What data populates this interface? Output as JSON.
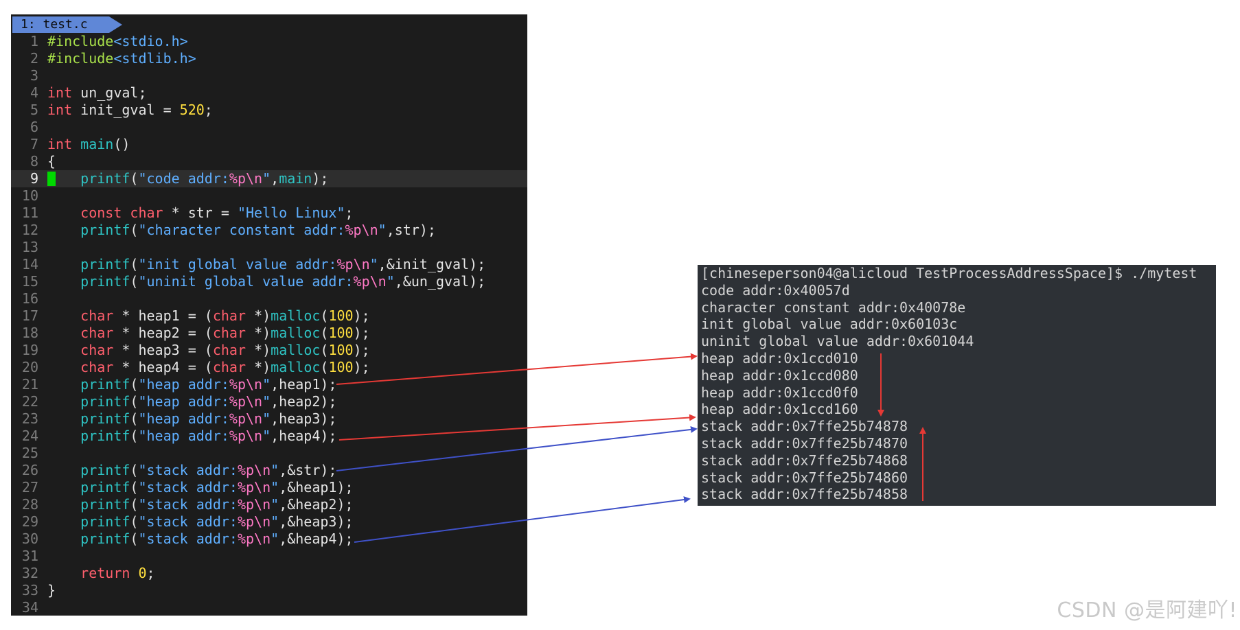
{
  "editor": {
    "tab": "1: test.c",
    "current_line": 9,
    "lines": [
      {
        "n": "1",
        "t": [
          [
            "pp",
            "#include"
          ],
          [
            "str",
            "<stdio.h>"
          ]
        ]
      },
      {
        "n": "2",
        "t": [
          [
            "pp",
            "#include"
          ],
          [
            "str",
            "<stdlib.h>"
          ]
        ]
      },
      {
        "n": "3",
        "t": []
      },
      {
        "n": "4",
        "t": [
          [
            "kw",
            "int"
          ],
          [
            "",
            "un_gval;"
          ]
        ]
      },
      {
        "n": "5",
        "t": [
          [
            "kw",
            "int"
          ],
          [
            "",
            "init_gval = "
          ],
          [
            "num",
            "520"
          ],
          [
            "",
            ";"
          ]
        ]
      },
      {
        "n": "6",
        "t": []
      },
      {
        "n": "7",
        "t": [
          [
            "kw",
            "int"
          ],
          [
            "",
            ""
          ],
          [
            "fn",
            "main"
          ],
          [
            "",
            "()"
          ]
        ]
      },
      {
        "n": "8",
        "t": [
          [
            "",
            "{"
          ]
        ]
      },
      {
        "n": "9",
        "t": [
          [
            "",
            "    "
          ],
          [
            "fn",
            "printf"
          ],
          [
            "",
            "("
          ],
          [
            "str",
            "\"code addr:"
          ],
          [
            "fmt",
            "%p\\n"
          ],
          [
            "str",
            "\""
          ],
          [
            "",
            ","
          ],
          [
            "fn",
            "main"
          ],
          [
            "",
            ");"
          ]
        ]
      },
      {
        "n": "10",
        "t": []
      },
      {
        "n": "11",
        "t": [
          [
            "",
            "    "
          ],
          [
            "kw",
            "const char"
          ],
          [
            "",
            "* str = "
          ],
          [
            "str",
            "\"Hello Linux\""
          ],
          [
            "",
            ";"
          ]
        ]
      },
      {
        "n": "12",
        "t": [
          [
            "",
            "    "
          ],
          [
            "fn",
            "printf"
          ],
          [
            "",
            "("
          ],
          [
            "str",
            "\"character constant addr:"
          ],
          [
            "fmt",
            "%p\\n"
          ],
          [
            "str",
            "\""
          ],
          [
            "",
            ",str);"
          ]
        ]
      },
      {
        "n": "13",
        "t": []
      },
      {
        "n": "14",
        "t": [
          [
            "",
            "    "
          ],
          [
            "fn",
            "printf"
          ],
          [
            "",
            "("
          ],
          [
            "str",
            "\"init global value addr:"
          ],
          [
            "fmt",
            "%p\\n"
          ],
          [
            "str",
            "\""
          ],
          [
            "",
            ",&init_gval);"
          ]
        ]
      },
      {
        "n": "15",
        "t": [
          [
            "",
            "    "
          ],
          [
            "fn",
            "printf"
          ],
          [
            "",
            "("
          ],
          [
            "str",
            "\"uninit global value addr:"
          ],
          [
            "fmt",
            "%p\\n"
          ],
          [
            "str",
            "\""
          ],
          [
            "",
            ",&un_gval);"
          ]
        ]
      },
      {
        "n": "16",
        "t": []
      },
      {
        "n": "17",
        "t": [
          [
            "",
            "    "
          ],
          [
            "kw",
            "char"
          ],
          [
            "",
            "* heap1 = ("
          ],
          [
            "kw",
            "char"
          ],
          [
            "",
            "*)"
          ],
          [
            "fn",
            "malloc"
          ],
          [
            "",
            "("
          ],
          [
            "num",
            "100"
          ],
          [
            "",
            ");"
          ]
        ]
      },
      {
        "n": "18",
        "t": [
          [
            "",
            "    "
          ],
          [
            "kw",
            "char"
          ],
          [
            "",
            "* heap2 = ("
          ],
          [
            "kw",
            "char"
          ],
          [
            "",
            "*)"
          ],
          [
            "fn",
            "malloc"
          ],
          [
            "",
            "("
          ],
          [
            "num",
            "100"
          ],
          [
            "",
            ");"
          ]
        ]
      },
      {
        "n": "19",
        "t": [
          [
            "",
            "    "
          ],
          [
            "kw",
            "char"
          ],
          [
            "",
            "* heap3 = ("
          ],
          [
            "kw",
            "char"
          ],
          [
            "",
            "*)"
          ],
          [
            "fn",
            "malloc"
          ],
          [
            "",
            "("
          ],
          [
            "num",
            "100"
          ],
          [
            "",
            ");"
          ]
        ]
      },
      {
        "n": "20",
        "t": [
          [
            "",
            "    "
          ],
          [
            "kw",
            "char"
          ],
          [
            "",
            "* heap4 = ("
          ],
          [
            "kw",
            "char"
          ],
          [
            "",
            "*)"
          ],
          [
            "fn",
            "malloc"
          ],
          [
            "",
            "("
          ],
          [
            "num",
            "100"
          ],
          [
            "",
            ");"
          ]
        ]
      },
      {
        "n": "21",
        "t": [
          [
            "",
            "    "
          ],
          [
            "fn",
            "printf"
          ],
          [
            "",
            "("
          ],
          [
            "str",
            "\"heap addr:"
          ],
          [
            "fmt",
            "%p\\n"
          ],
          [
            "str",
            "\""
          ],
          [
            "",
            ",heap1);"
          ]
        ]
      },
      {
        "n": "22",
        "t": [
          [
            "",
            "    "
          ],
          [
            "fn",
            "printf"
          ],
          [
            "",
            "("
          ],
          [
            "str",
            "\"heap addr:"
          ],
          [
            "fmt",
            "%p\\n"
          ],
          [
            "str",
            "\""
          ],
          [
            "",
            ",heap2);"
          ]
        ]
      },
      {
        "n": "23",
        "t": [
          [
            "",
            "    "
          ],
          [
            "fn",
            "printf"
          ],
          [
            "",
            "("
          ],
          [
            "str",
            "\"heap addr:"
          ],
          [
            "fmt",
            "%p\\n"
          ],
          [
            "str",
            "\""
          ],
          [
            "",
            ",heap3);"
          ]
        ]
      },
      {
        "n": "24",
        "t": [
          [
            "",
            "    "
          ],
          [
            "fn",
            "printf"
          ],
          [
            "",
            "("
          ],
          [
            "str",
            "\"heap addr:"
          ],
          [
            "fmt",
            "%p\\n"
          ],
          [
            "str",
            "\""
          ],
          [
            "",
            ",heap4);"
          ]
        ]
      },
      {
        "n": "25",
        "t": []
      },
      {
        "n": "26",
        "t": [
          [
            "",
            "    "
          ],
          [
            "fn",
            "printf"
          ],
          [
            "",
            "("
          ],
          [
            "str",
            "\"stack addr:"
          ],
          [
            "fmt",
            "%p\\n"
          ],
          [
            "str",
            "\""
          ],
          [
            "",
            ",&str);"
          ]
        ]
      },
      {
        "n": "27",
        "t": [
          [
            "",
            "    "
          ],
          [
            "fn",
            "printf"
          ],
          [
            "",
            "("
          ],
          [
            "str",
            "\"stack addr:"
          ],
          [
            "fmt",
            "%p\\n"
          ],
          [
            "str",
            "\""
          ],
          [
            "",
            ",&heap1);"
          ]
        ]
      },
      {
        "n": "28",
        "t": [
          [
            "",
            "    "
          ],
          [
            "fn",
            "printf"
          ],
          [
            "",
            "("
          ],
          [
            "str",
            "\"stack addr:"
          ],
          [
            "fmt",
            "%p\\n"
          ],
          [
            "str",
            "\""
          ],
          [
            "",
            ",&heap2);"
          ]
        ]
      },
      {
        "n": "29",
        "t": [
          [
            "",
            "    "
          ],
          [
            "fn",
            "printf"
          ],
          [
            "",
            "("
          ],
          [
            "str",
            "\"stack addr:"
          ],
          [
            "fmt",
            "%p\\n"
          ],
          [
            "str",
            "\""
          ],
          [
            "",
            ",&heap3);"
          ]
        ]
      },
      {
        "n": "30",
        "t": [
          [
            "",
            "    "
          ],
          [
            "fn",
            "printf"
          ],
          [
            "",
            "("
          ],
          [
            "str",
            "\"stack addr:"
          ],
          [
            "fmt",
            "%p\\n"
          ],
          [
            "str",
            "\""
          ],
          [
            "",
            ",&heap4);"
          ]
        ]
      },
      {
        "n": "31",
        "t": []
      },
      {
        "n": "32",
        "t": [
          [
            "",
            "    "
          ],
          [
            "kw",
            "return"
          ],
          [
            "",
            ""
          ],
          [
            "num",
            "0"
          ],
          [
            "",
            ";"
          ]
        ]
      },
      {
        "n": "33",
        "t": [
          [
            "",
            "}"
          ]
        ]
      },
      {
        "n": "34",
        "t": []
      }
    ]
  },
  "terminal": {
    "lines": [
      "[chineseperson04@alicloud TestProcessAddressSpace]$ ./mytest",
      "code addr:0x40057d",
      "character constant addr:0x40078e",
      "init global value addr:0x60103c",
      "uninit global value addr:0x601044",
      "heap addr:0x1ccd010",
      "heap addr:0x1ccd080",
      "heap addr:0x1ccd0f0",
      "heap addr:0x1ccd160",
      "stack addr:0x7ffe25b74878",
      "stack addr:0x7ffe25b74870",
      "stack addr:0x7ffe25b74868",
      "stack addr:0x7ffe25b74860",
      "stack addr:0x7ffe25b74858"
    ]
  },
  "colors": {
    "heap_arrow": "#e53935",
    "stack_arrow": "#3f51c8"
  },
  "watermark": "CSDN @是阿建吖!"
}
